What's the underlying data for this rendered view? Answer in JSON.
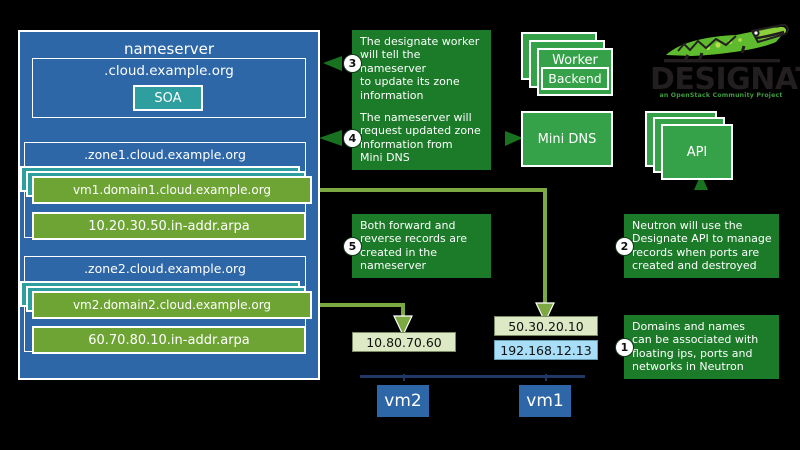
{
  "nameserver": {
    "title": "nameserver",
    "root_zone": {
      "label": ".cloud.example.org",
      "record": "SOA"
    },
    "zones": [
      {
        "label": ".zone1.cloud.example.org",
        "forward_record": "vm1.domain1.cloud.example.org",
        "reverse_record": "10.20.30.50.in-addr.arpa"
      },
      {
        "label": ".zone2.cloud.example.org",
        "forward_record": "vm2.domain2.cloud.example.org",
        "reverse_record": "60.70.80.10.in-addr.arpa"
      }
    ]
  },
  "services": {
    "worker": "Worker",
    "backend": "Backend",
    "mini_dns": "Mini DNS",
    "api": "API"
  },
  "logo": {
    "wordmark": "DESIGNATE",
    "tagline": "an OpenStack Community Project"
  },
  "notes": [
    {
      "number": "1",
      "text": "Domains and names\ncan be associated with\nfloating ips, ports and\nnetworks in Neutron"
    },
    {
      "number": "2",
      "text": "Neutron will use the\nDesignate API to manage\nrecords when ports are\ncreated and destroyed"
    },
    {
      "number": "3",
      "text": "The designate worker\nwill tell the nameserver\nto update its zone\ninformation"
    },
    {
      "number": "4",
      "text": "The nameserver will\nrequest updated zone\ninformation from\nMini DNS"
    },
    {
      "number": "5",
      "text": "Both forward and\nreverse records are\ncreated in the\nnameserver"
    }
  ],
  "network": {
    "vm1": {
      "name": "vm1",
      "floating_ip": "50.30.20.10",
      "fixed_ip": "192.168.12.13"
    },
    "vm2": {
      "name": "vm2",
      "floating_ip": "10.80.70.60"
    }
  },
  "colors": {
    "background": "#000000",
    "panel_blue": "#2E67A8",
    "record_green": "#6DA434",
    "record_teal": "#2E9E9E",
    "service_green": "#35A148",
    "note_green": "#1B7B28",
    "arrow_green": "#7DA943",
    "dark_arrow_green": "#19721F",
    "ip_green": "#DDE8C4",
    "ip_blue": "#A8DEF8",
    "network_line": "#1F3864"
  }
}
